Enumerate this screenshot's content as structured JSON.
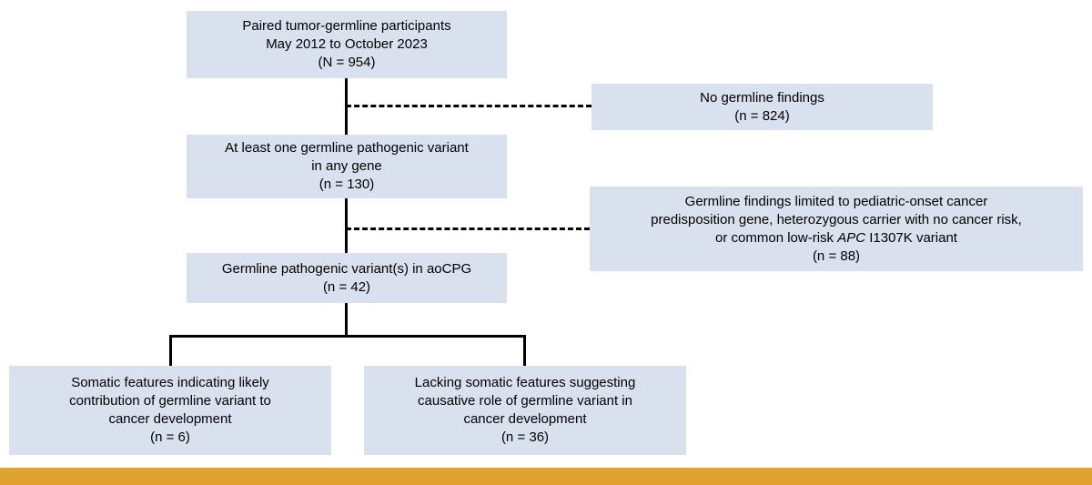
{
  "diagram": {
    "type": "flowchart",
    "accent_bar_color": "#e0a332",
    "box_fill_color": "#d9e0ee",
    "line_color": "#000000",
    "boxes": {
      "top": {
        "lines": [
          "Paired tumor-germline participants",
          "May 2012 to October 2023",
          "(N = 954)"
        ]
      },
      "no_germline_findings": {
        "lines": [
          "No germline findings",
          "(n = 824)"
        ]
      },
      "germline_variant_any_gene": {
        "lines": [
          "At least one germline pathogenic variant",
          "in any gene",
          "(n = 130)"
        ]
      },
      "excluded_findings": {
        "line1": "Germline findings limited to pediatric-onset cancer",
        "line2": "predisposition gene, heterozygous carrier with no cancer risk,",
        "line3_pre": "or common low-risk ",
        "line3_gene": "APC",
        "line3_post": " I1307K variant",
        "line4": "(n = 88)"
      },
      "aocpg_variant": {
        "lines": [
          "Germline pathogenic variant(s) in aoCPG",
          "(n = 42)"
        ]
      },
      "somatic_features": {
        "lines": [
          "Somatic features indicating likely",
          "contribution of germline variant to",
          "cancer development",
          "(n = 6)"
        ]
      },
      "lacking_somatic_features": {
        "lines": [
          "Lacking somatic features suggesting",
          "causative role of germline variant in",
          "cancer development",
          "(n = 36)"
        ]
      }
    }
  }
}
